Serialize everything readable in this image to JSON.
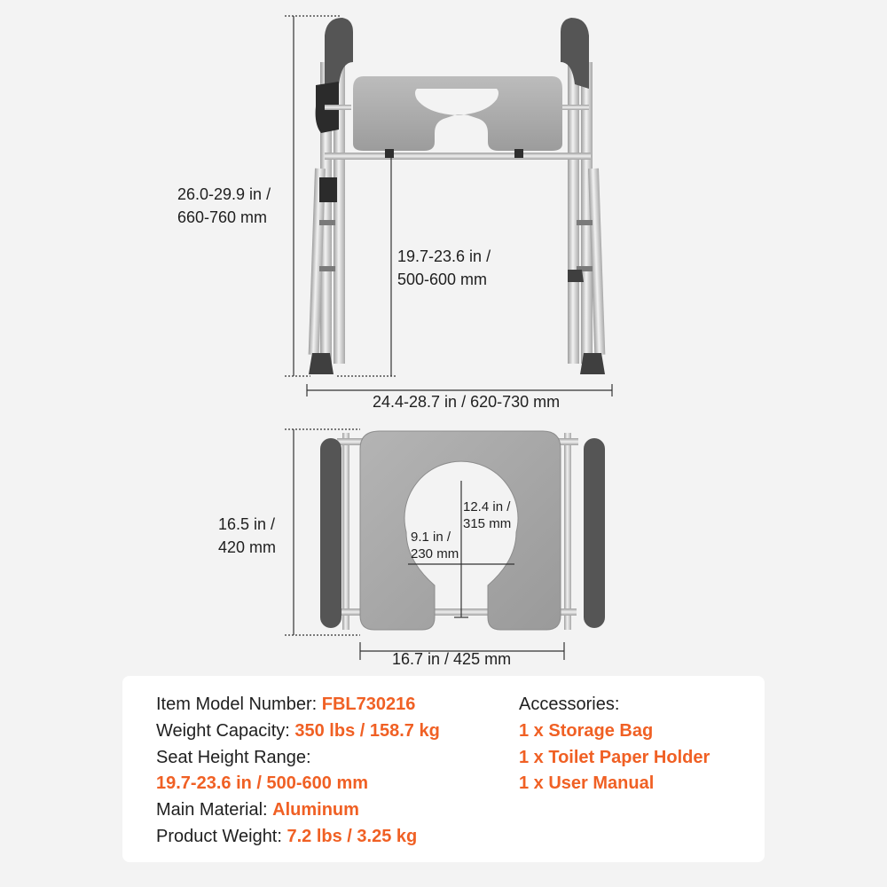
{
  "dimensions": {
    "total_height": {
      "line1": "26.0-29.9 in /",
      "line2": "660-760 mm"
    },
    "seat_height": {
      "line1": "19.7-23.6 in /",
      "line2": "500-600 mm"
    },
    "total_width": "24.4-28.7 in / 620-730 mm",
    "seat_depth": {
      "line1": "16.5 in /",
      "line2": "420 mm"
    },
    "opening_depth": {
      "line1": "12.4 in /",
      "line2": "315 mm"
    },
    "opening_width": {
      "line1": "9.1 in /",
      "line2": "230 mm"
    },
    "seat_width": "16.7 in / 425 mm"
  },
  "specs": {
    "model": {
      "label": "Item Model Number: ",
      "value": "FBL730216"
    },
    "capacity": {
      "label": "Weight Capacity: ",
      "value": "350 lbs / 158.7 kg"
    },
    "seat_height_range": {
      "label": "Seat Height Range:",
      "value": "19.7-23.6 in / 500-600 mm"
    },
    "material": {
      "label": "Main Material: ",
      "value": "Aluminum"
    },
    "weight": {
      "label": "Product Weight: ",
      "value": "7.2 lbs / 3.25 kg"
    }
  },
  "accessories": {
    "title": "Accessories:",
    "items": [
      "1 x Storage Bag",
      "1 x Toilet Paper Holder",
      "1 x User Manual"
    ]
  },
  "colors": {
    "accent": "#f06024",
    "seat": "#a7a7a7",
    "frame": "#c9c9c9",
    "foot": "#3f3f3f",
    "background": "#f3f3f3"
  }
}
